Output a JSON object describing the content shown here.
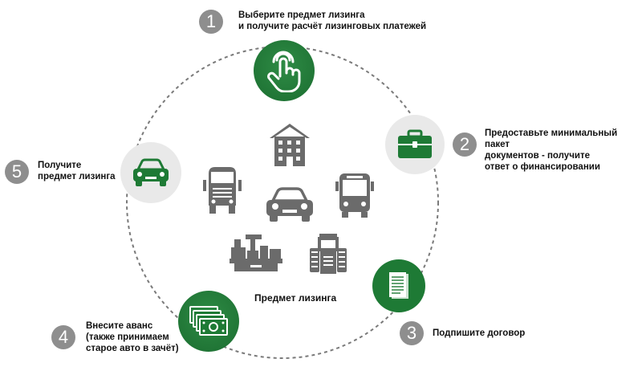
{
  "steps": [
    {
      "number": "1",
      "lines": [
        "Выберите предмет лизинга",
        "и получите расчёт лизинговых платежей"
      ],
      "icon": "hand-pointer-icon"
    },
    {
      "number": "2",
      "lines": [
        "Предоставьте минимальный пакет",
        "документов - получите",
        "ответ о финансировании"
      ],
      "icon": "briefcase-icon"
    },
    {
      "number": "3",
      "lines": [
        "Подпишите договор"
      ],
      "icon": "document-icon"
    },
    {
      "number": "4",
      "lines": [
        "Внесите аванс",
        "(также принимаем",
        "старое авто в зачёт)"
      ],
      "icon": "money-icon"
    },
    {
      "number": "5",
      "lines": [
        "Получите",
        "предмет лизинга"
      ],
      "icon": "car-icon"
    }
  ],
  "center": {
    "label": "Предмет лизинга",
    "assets": [
      "building-icon",
      "truck-icon",
      "car-icon",
      "bus-icon",
      "machine-tool-icon",
      "tractor-icon"
    ]
  },
  "colors": {
    "green": "#1e7a35",
    "grey_circle": "#e9e9e9",
    "number_badge": "#8e8e8e",
    "asset_grey": "#6b6b6b"
  }
}
